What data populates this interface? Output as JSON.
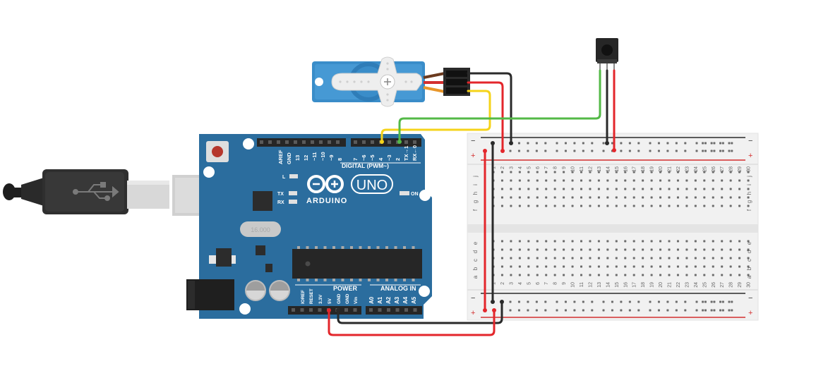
{
  "board": {
    "logo_text": "ARDUINO",
    "model_text": "UNO",
    "digital_header_label": "DIGITAL (PWM~)",
    "power_header_label": "POWER",
    "analog_header_label": "ANALOG IN",
    "crystal_text": "16.000",
    "led_labels": {
      "l": "L",
      "tx": "TX",
      "rx": "RX",
      "on": "ON"
    },
    "top_pins": [
      "AREF",
      "GND",
      "13",
      "12",
      "~11",
      "~10",
      "~9",
      "8",
      "7",
      "~6",
      "~5",
      "4",
      "~3",
      "2",
      "TX→1",
      "RX←0"
    ],
    "power_pins": [
      "IOREF",
      "RESET",
      "3.3V",
      "5V",
      "GND",
      "GND",
      "Vin"
    ],
    "analog_pins": [
      "A0",
      "A1",
      "A2",
      "A3",
      "A4",
      "A5"
    ]
  },
  "breadboard": {
    "column_numbers": [
      "1",
      "2",
      "3",
      "4",
      "5",
      "6",
      "7",
      "8",
      "9",
      "10",
      "11",
      "12",
      "13",
      "14",
      "15",
      "16",
      "17",
      "18",
      "19",
      "20",
      "21",
      "22",
      "23",
      "24",
      "25",
      "26",
      "27",
      "28",
      "29",
      "30"
    ],
    "upper_rows_top_to_bottom": [
      "j",
      "i",
      "h",
      "g",
      "f"
    ],
    "lower_rows_top_to_bottom": [
      "e",
      "d",
      "c",
      "b",
      "a"
    ],
    "rail_minus": "−",
    "rail_plus": "+"
  },
  "colors": {
    "board_blue": "#2b6d9e",
    "wire_red": "#e3262b",
    "wire_black": "#2a2a2a",
    "wire_yellow": "#f5d31a",
    "wire_green": "#53b947",
    "servo_blue": "#3a8dc9",
    "breadboard_bg": "#f1f1f1"
  },
  "icons": {
    "usb": "usb-trident-icon",
    "reset": "reset-button-icon"
  }
}
